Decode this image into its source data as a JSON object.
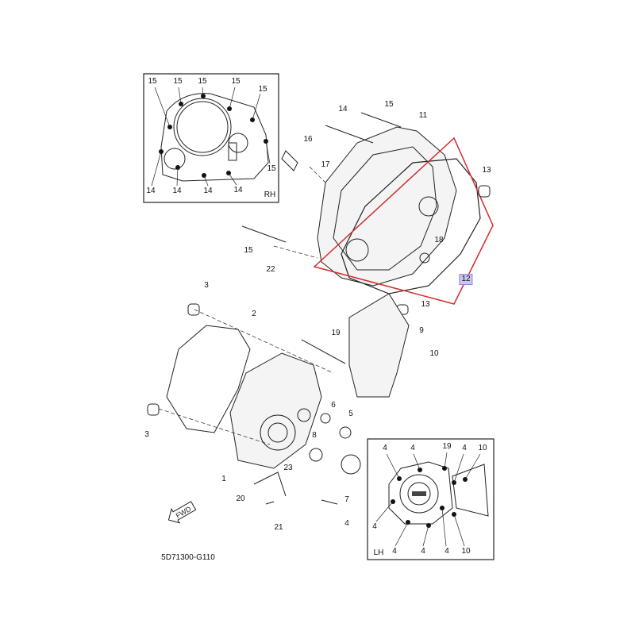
{
  "diagram_code": "5D71300-G110",
  "highlight_color": "#d42a2a",
  "highlighted_part": "12",
  "fwd_label": "FWD",
  "inset_rh": {
    "side": "RH",
    "labels": [
      "15",
      "15",
      "15",
      "15",
      "15",
      "15",
      "14",
      "14",
      "14",
      "14"
    ]
  },
  "inset_lh": {
    "side": "LH",
    "labels": [
      "4",
      "4",
      "19",
      "4",
      "10",
      "4",
      "4",
      "4",
      "4",
      "10"
    ]
  },
  "callouts": [
    "14",
    "15",
    "11",
    "16",
    "17",
    "13",
    "18",
    "12",
    "15",
    "22",
    "3",
    "2",
    "13",
    "19",
    "9",
    "10",
    "6",
    "5",
    "3",
    "8",
    "1",
    "23",
    "7",
    "20",
    "4",
    "21"
  ]
}
